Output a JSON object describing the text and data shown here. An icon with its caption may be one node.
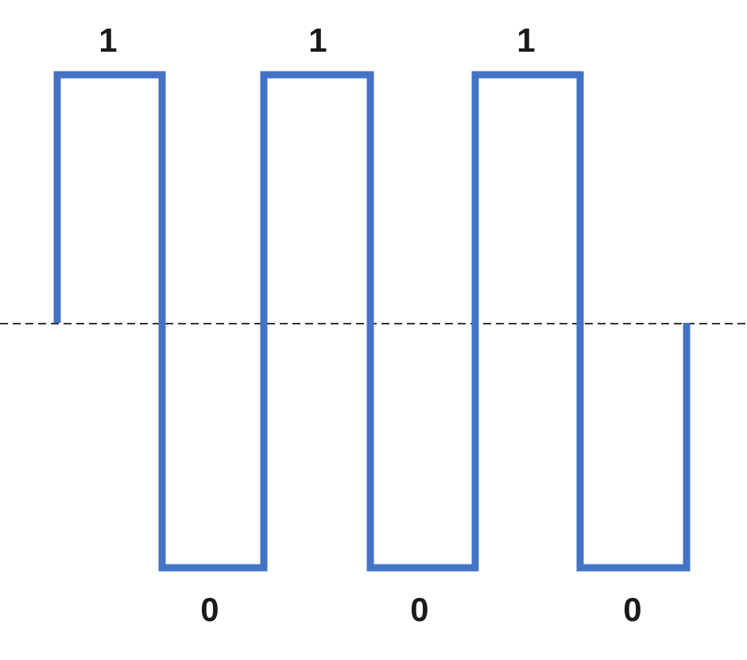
{
  "diagram": {
    "labels": [
      "1",
      "1",
      "1",
      "0",
      "0",
      "0"
    ]
  }
}
